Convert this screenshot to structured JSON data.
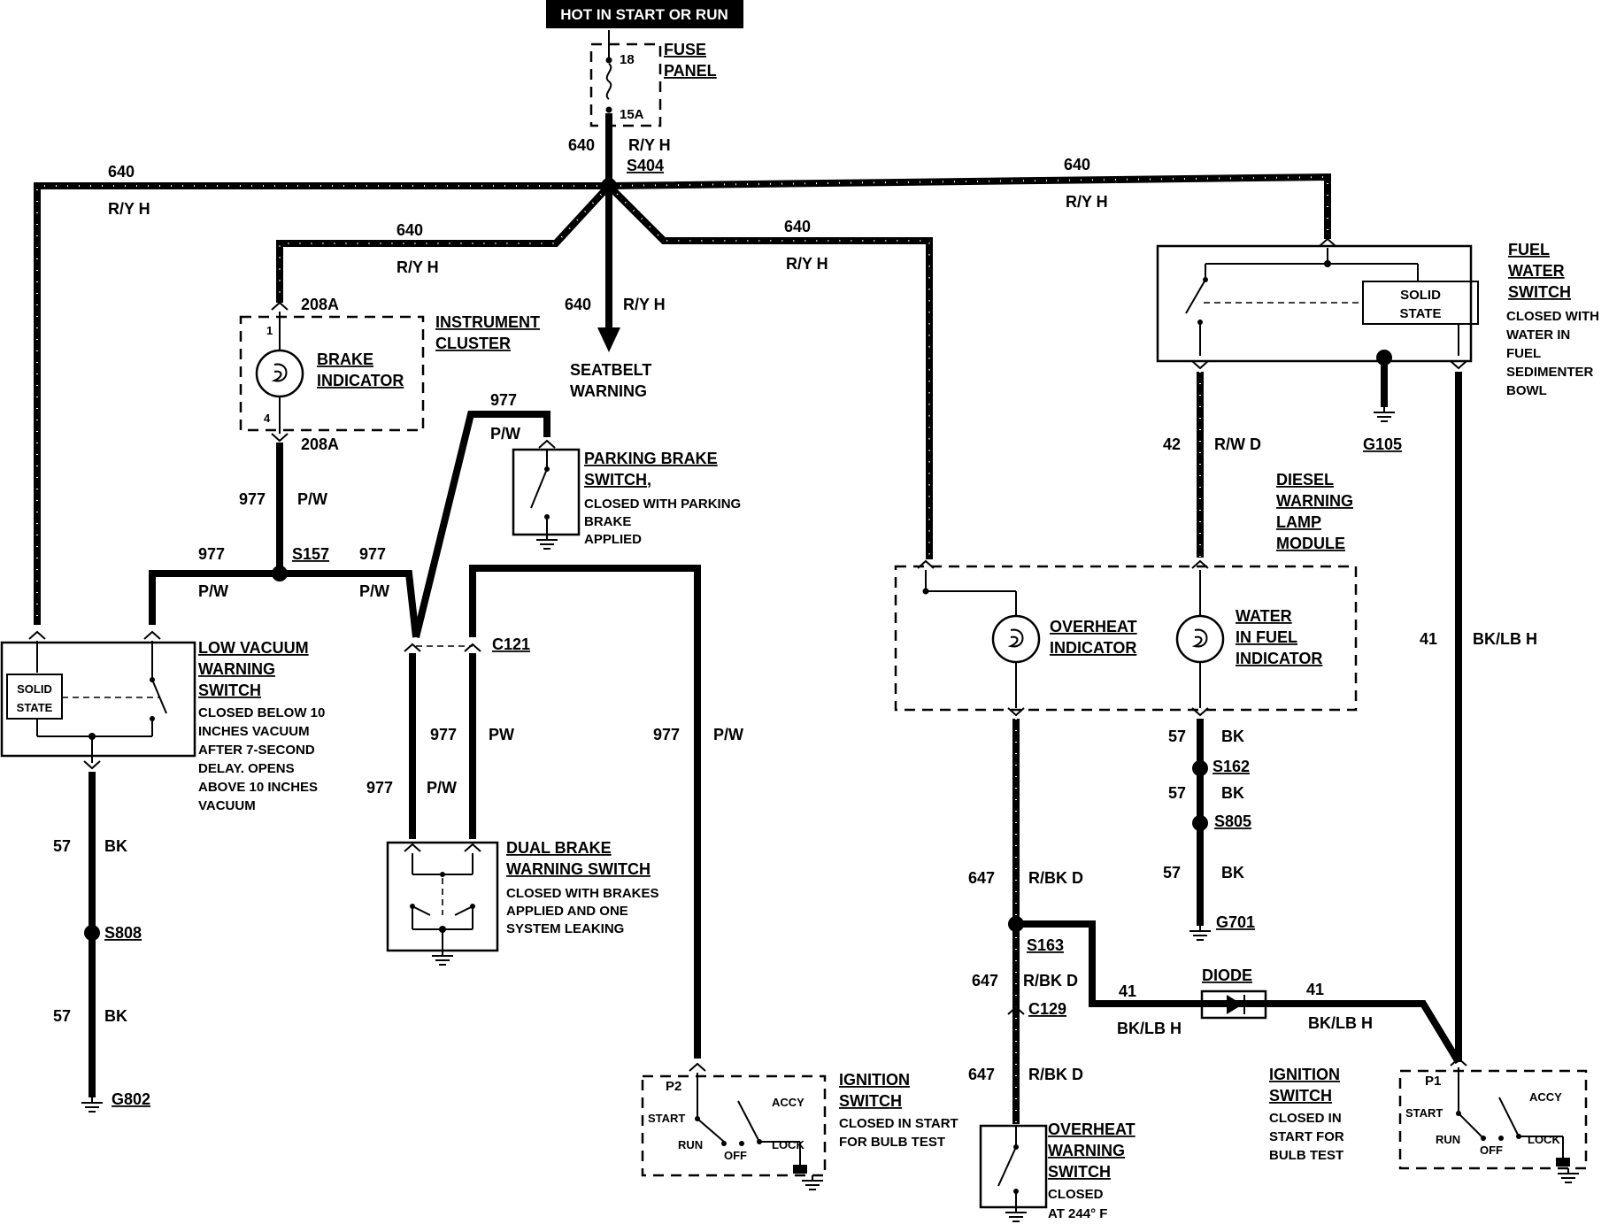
{
  "header": {
    "title": "HOT IN START OR RUN"
  },
  "fuse": {
    "line1": "FUSE",
    "line2": "PANEL",
    "num": "18",
    "rating": "15A"
  },
  "wires": {
    "w640": "640",
    "ryh": "R/Y H",
    "s404": "S404",
    "w977": "977",
    "pw": "P/W",
    "pw2": "PW",
    "s157": "S157",
    "c121": "C121",
    "w42": "42",
    "rwd": "R/W D",
    "g105": "G105",
    "w41": "41",
    "bklbh": "BK/LB H",
    "w57": "57",
    "bk": "BK",
    "s808": "S808",
    "g802": "G802",
    "s162": "S162",
    "s805": "S805",
    "g701": "G701",
    "w647": "647",
    "rbkd": "R/BK D",
    "s163": "S163",
    "c129": "C129",
    "c208a": "208A",
    "pin1": "1",
    "pin4": "4",
    "p2": "P2",
    "p1": "P1"
  },
  "seatbelt": {
    "line1": "SEATBELT",
    "line2": "WARNING"
  },
  "instrument_cluster": {
    "line1": "INSTRUMENT",
    "line2": "CLUSTER",
    "ind1": "BRAKE",
    "ind2": "INDICATOR"
  },
  "parking_brake": {
    "line1": "PARKING BRAKE",
    "line2": "SWITCH,",
    "d1": "CLOSED WITH PARKING",
    "d2": "BRAKE",
    "d3": "APPLIED"
  },
  "low_vacuum": {
    "line1": "LOW VACUUM",
    "line2": "WARNING",
    "line3": "SWITCH",
    "d1": "CLOSED BELOW 10",
    "d2": "INCHES VACUUM",
    "d3": "AFTER 7-SECOND",
    "d4": "DELAY. OPENS",
    "d5": "ABOVE 10 INCHES",
    "d6": "VACUUM",
    "solid1": "SOLID",
    "solid2": "STATE"
  },
  "dual_brake": {
    "line1": "DUAL BRAKE",
    "line2": "WARNING SWITCH",
    "d1": "CLOSED WITH BRAKES",
    "d2": "APPLIED AND ONE",
    "d3": "SYSTEM LEAKING"
  },
  "fuel_water": {
    "line1": "FUEL",
    "line2": "WATER",
    "line3": "SWITCH",
    "d1": "CLOSED WITH",
    "d2": "WATER IN",
    "d3": "FUEL",
    "d4": "SEDIMENTER",
    "d5": "BOWL",
    "solid1": "SOLID",
    "solid2": "STATE"
  },
  "diesel_module": {
    "line1": "DIESEL",
    "line2": "WARNING",
    "line3": "LAMP",
    "line4": "MODULE",
    "oh1": "OVERHEAT",
    "oh2": "INDICATOR",
    "wf1": "WATER",
    "wf2": "IN FUEL",
    "wf3": "INDICATOR"
  },
  "diode": {
    "label": "DIODE"
  },
  "ignition_left": {
    "line1": "IGNITION",
    "line2": "SWITCH",
    "d1": "CLOSED IN START",
    "d2": "FOR BULB TEST"
  },
  "ignition_right": {
    "line1": "IGNITION",
    "line2": "SWITCH",
    "d1": "CLOSED IN",
    "d2": "START FOR",
    "d3": "BULB TEST"
  },
  "ignition_positions": {
    "start": "START",
    "run": "RUN",
    "off": "OFF",
    "lock": "LOCK",
    "accy": "ACCY"
  },
  "overheat_switch": {
    "line1": "OVERHEAT",
    "line2": "WARNING",
    "line3": "SWITCH",
    "d1": "CLOSED",
    "d2": "AT 244° F"
  }
}
